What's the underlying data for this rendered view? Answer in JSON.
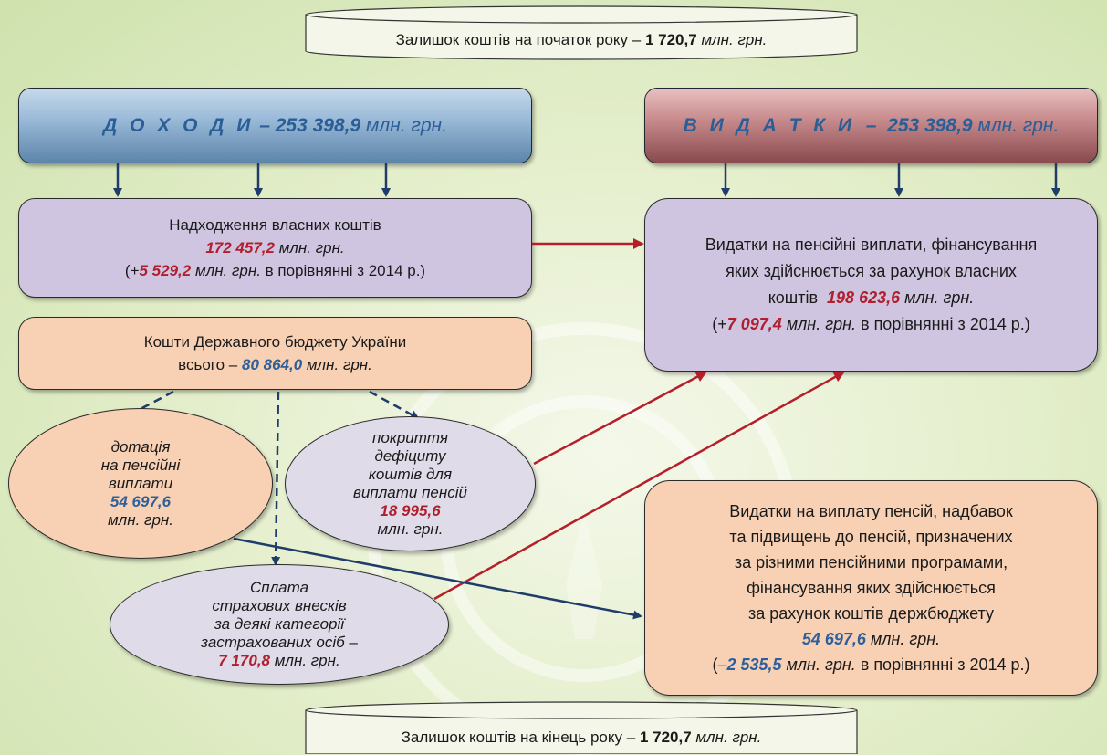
{
  "top_balance": {
    "label": "Залишок коштів на початок року –",
    "value": "1 720,7",
    "unit": "млн. грн."
  },
  "bottom_balance": {
    "label": "Залишок коштів на кінець року –",
    "value": "1 720,7",
    "unit": "млн. грн."
  },
  "income_header": {
    "keyword": "Д О Х О Д И",
    "dash": " – ",
    "value": "253 398,9",
    "unit": " млн. грн."
  },
  "expense_header": {
    "keyword": "В И Д А Т К И",
    "dash": "  –  ",
    "value": "253 398,9",
    "unit": " млн. грн."
  },
  "own_funds": {
    "title": "Надходження власних коштів",
    "value": "172 457,2",
    "unit": " млн. грн.",
    "cmp_open": "(+",
    "cmp_value": "5 529,2",
    "cmp_unit": " млн. грн.",
    "cmp_text": " в порівнянні з 2014 р.)"
  },
  "state_budget": {
    "line1": "Кошти Державного бюджету України",
    "line2_prefix": "всього – ",
    "value": "80 864,0",
    "unit": " млн. грн."
  },
  "subsidy": {
    "lines": [
      "дотація",
      "на пенсійні",
      "виплати"
    ],
    "value": "54 697,6",
    "unit": "млн. грн."
  },
  "deficit": {
    "lines": [
      "покриття",
      "дефіциту",
      "коштів для",
      "виплати пенсій"
    ],
    "value": "18 995,6",
    "unit": "млн. грн."
  },
  "insurance": {
    "lines": [
      "Сплата",
      "страхових внесків",
      "за деякі категорії",
      "застрахованих осіб –"
    ],
    "value": "7 170,8",
    "unit": " млн. грн."
  },
  "exp_own": {
    "lines": [
      "Видатки на пенсійні виплати, фінансування",
      "яких здійснюється за рахунок власних"
    ],
    "line3_prefix": "коштів  ",
    "value": "198 623,6",
    "unit": " млн. грн.",
    "cmp_open": "(+",
    "cmp_value": "7 097,4",
    "cmp_unit": " млн. грн.",
    "cmp_text": " в порівнянні з 2014 р.)"
  },
  "exp_budget": {
    "lines": [
      "Видатки на виплату пенсій, надбавок",
      "та підвищень до пенсій, призначених",
      "за різними пенсійними програмами,",
      "фінансування яких здійснюється",
      "за рахунок коштів держбюджету"
    ],
    "value": "54 697,6",
    "unit": " млн. грн.",
    "cmp_open": "(–",
    "cmp_value": "2 535,5",
    "cmp_unit": " млн. грн.",
    "cmp_text": " в порівнянні з 2014 р.)"
  },
  "colors": {
    "red_value": "#b11e2e",
    "blue_value": "#2f5f9a",
    "arrow_blue": "#1f3c6b",
    "arrow_red": "#b51f2a"
  }
}
